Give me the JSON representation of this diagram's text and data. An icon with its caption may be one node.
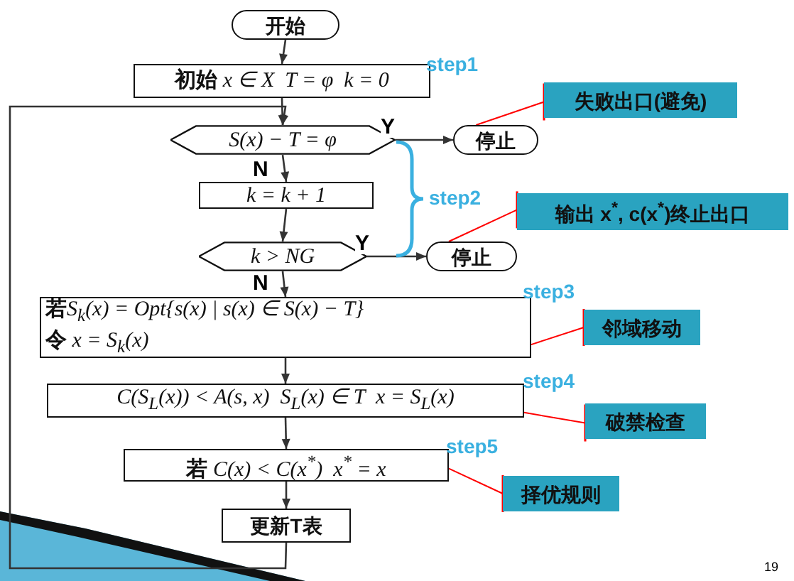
{
  "diagram": {
    "nodes": [
      {
        "text": [
          "开始"
        ]
      },
      {
        "text": [
          "**初始** x ∈ X  T = φ  k = 0"
        ]
      },
      {
        "text": [
          "S(x) − T = φ"
        ]
      },
      {
        "text": [
          "停止"
        ]
      },
      {
        "text": [
          "k = k + 1"
        ]
      },
      {
        "text": [
          "k > NG"
        ]
      },
      {
        "text": [
          "停止"
        ]
      },
      {
        "text": [
          "**若**S$_{k}$(x) = Opt{s(x) | s(x) ∈ S(x) − T}",
          "**令** x = S$_{k}$(x)"
        ]
      },
      {
        "text": [
          "C(S$_{L}$(x)) < A(s, x)  S$_{L}$(x) ∈ T  x = S$_{L}$(x)"
        ]
      },
      {
        "text": [
          "**若** C(x) < C(x$^{*}$)  x$^{*}$ = x"
        ]
      },
      {
        "text": [
          "更新T表"
        ]
      },
      {
        "text": [
          "失败出口(避免)"
        ]
      },
      {
        "text": [
          "输出 x$^{*}$, c(x$^{*}$)终止出口"
        ]
      },
      {
        "text": [
          "邻域移动"
        ]
      },
      {
        "text": [
          "破禁检查"
        ]
      },
      {
        "text": [
          "择优规则"
        ]
      }
    ],
    "edges": [
      {
        "from": 0,
        "to": 1,
        "arrow": "to"
      },
      {
        "from": 1,
        "to": 2,
        "arrow": "to"
      },
      {
        "from": 2,
        "to": 3,
        "arrow": "to",
        "label": "Y"
      },
      {
        "from": 2,
        "to": 4,
        "arrow": "to",
        "label": "N"
      },
      {
        "from": 4,
        "to": 5,
        "arrow": "to"
      },
      {
        "from": 5,
        "to": 6,
        "arrow": "to",
        "label": "Y"
      },
      {
        "from": 5,
        "to": 7,
        "arrow": "to",
        "label": "N"
      },
      {
        "from": 7,
        "to": 8,
        "arrow": "to"
      },
      {
        "from": 8,
        "to": 9,
        "arrow": "to"
      },
      {
        "from": 9,
        "to": 10,
        "arrow": "to"
      },
      {
        "from": 10,
        "to": 2,
        "arrow": "to"
      },
      {
        "from": 11,
        "to": 3,
        "arrow": "other",
        "color": "#ff0000"
      },
      {
        "from": 12,
        "to": 6,
        "arrow": "other",
        "color": "#ff0000"
      },
      {
        "from": 13,
        "to": 7,
        "arrow": "other",
        "color": "#ff0000"
      },
      {
        "from": 14,
        "to": 8,
        "arrow": "other",
        "color": "#ff0000"
      },
      {
        "from": 15,
        "to": 9,
        "arrow": "other",
        "color": "#ff0000"
      }
    ],
    "labels": [
      "step1",
      "step2",
      "step3",
      "step4",
      "step5",
      "19"
    ]
  }
}
